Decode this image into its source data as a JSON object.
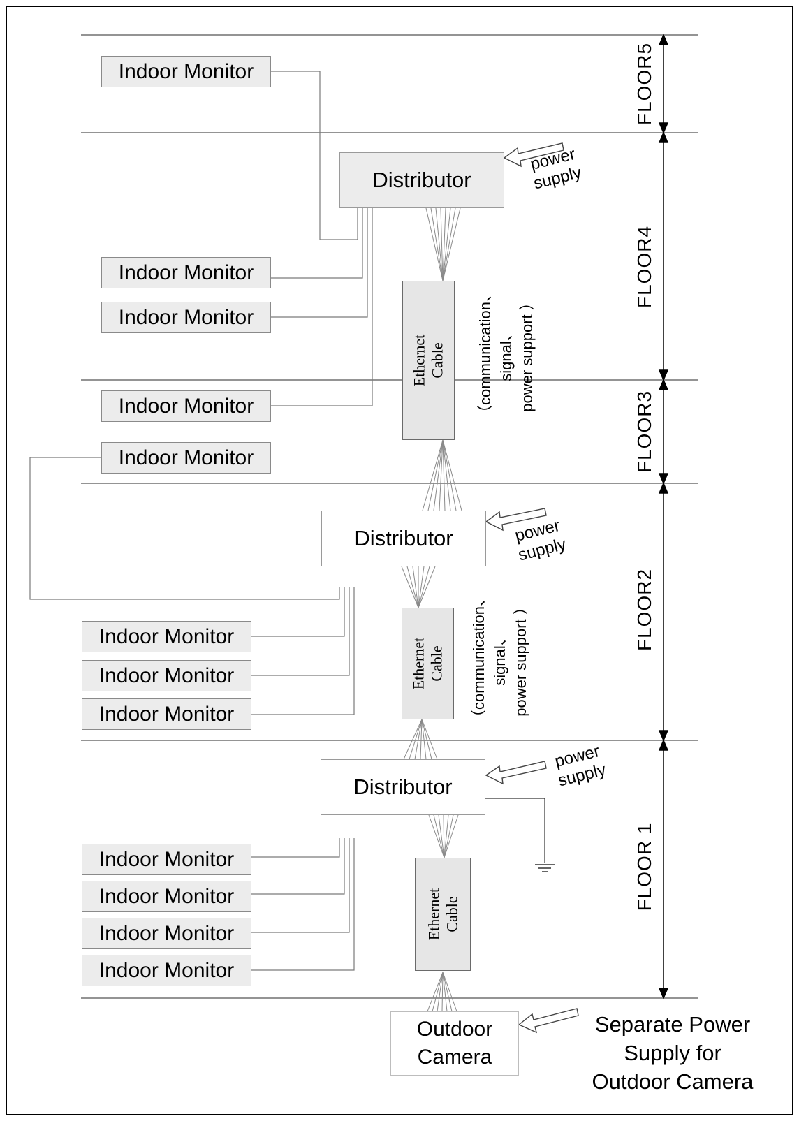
{
  "monitor_label": "Indoor Monitor",
  "distributor_label": "Distributor",
  "cable_label": "Ethernet\nCable",
  "power_label": "power\nsupply",
  "cable_note": "（communication、\nsignal、\npower support ）",
  "camera_label": "Outdoor\nCamera",
  "separate_power_label": "Separate Power\nSupply for\nOutdoor Camera",
  "floors": [
    "FLOOR5",
    "FLOOR4",
    "FLOOR3",
    "FLOOR2",
    "FLOOR 1"
  ]
}
